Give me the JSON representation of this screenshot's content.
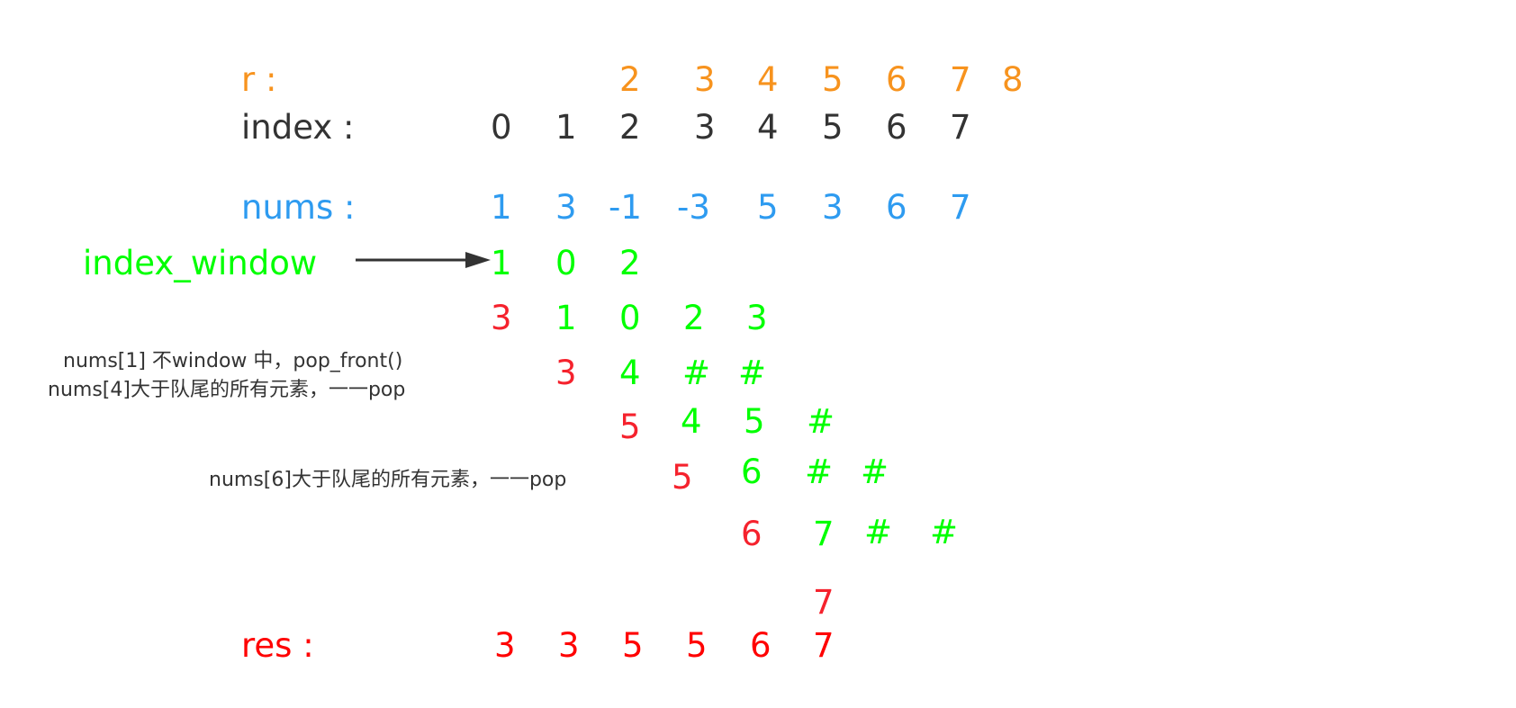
{
  "colors": {
    "r": "#f7931e",
    "index": "#333333",
    "nums": "#2e9bf0",
    "window": "#00ff00",
    "max": "#f5222d",
    "res": "#ff0000",
    "note": "#333333",
    "arrow": "#333333"
  },
  "r_row": {
    "label": "r :",
    "values": [
      "2",
      "3",
      "4",
      "5",
      "6",
      "7",
      "8"
    ]
  },
  "index_row": {
    "label": "index :",
    "values": [
      "0",
      "1",
      "2",
      "3",
      "4",
      "5",
      "6",
      "7"
    ]
  },
  "nums_row": {
    "label": "nums :",
    "values": [
      "1",
      "3",
      "-1",
      "-3",
      "5",
      "3",
      "6",
      "7"
    ]
  },
  "index_window": {
    "label": "index_window",
    "values": [
      "1",
      "0",
      "2"
    ]
  },
  "steps": [
    {
      "max": "3",
      "window": [
        "1",
        "0",
        "2",
        "3"
      ]
    },
    {
      "max": "3",
      "window": [
        "4",
        "#",
        "#"
      ]
    },
    {
      "max": "5",
      "window": [
        "4",
        "5",
        "#"
      ]
    },
    {
      "max": "5",
      "window": [
        "6",
        "#",
        "#"
      ]
    },
    {
      "max": "6",
      "window": [
        "7",
        "#",
        "#"
      ]
    },
    {
      "max": "7",
      "window": []
    }
  ],
  "notes": {
    "step2_line1": "nums[1] 不window 中，pop_front()",
    "step2_line2": "nums[4]大于队尾的所有元素，一一pop",
    "step4": "nums[6]大于队尾的所有元素，一一pop"
  },
  "res_row": {
    "label": "res :",
    "values": [
      "3",
      "3",
      "5",
      "5",
      "6",
      "7"
    ]
  }
}
